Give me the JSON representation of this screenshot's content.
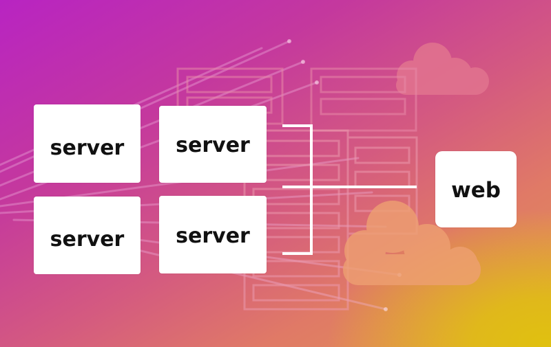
{
  "diagram": {
    "nodes": {
      "server_1": "server",
      "server_2": "server",
      "server_3": "server",
      "server_4": "server",
      "web": "web"
    },
    "edges": [
      {
        "from": "server_2",
        "to": "web"
      },
      {
        "from": "server_4",
        "to": "web"
      }
    ]
  },
  "colors": {
    "background_top_left": "#b824c2",
    "background_bottom_right": "#e0c010",
    "node_fill": "#ffffff",
    "node_text": "#111111",
    "connector": "#ffffff"
  }
}
